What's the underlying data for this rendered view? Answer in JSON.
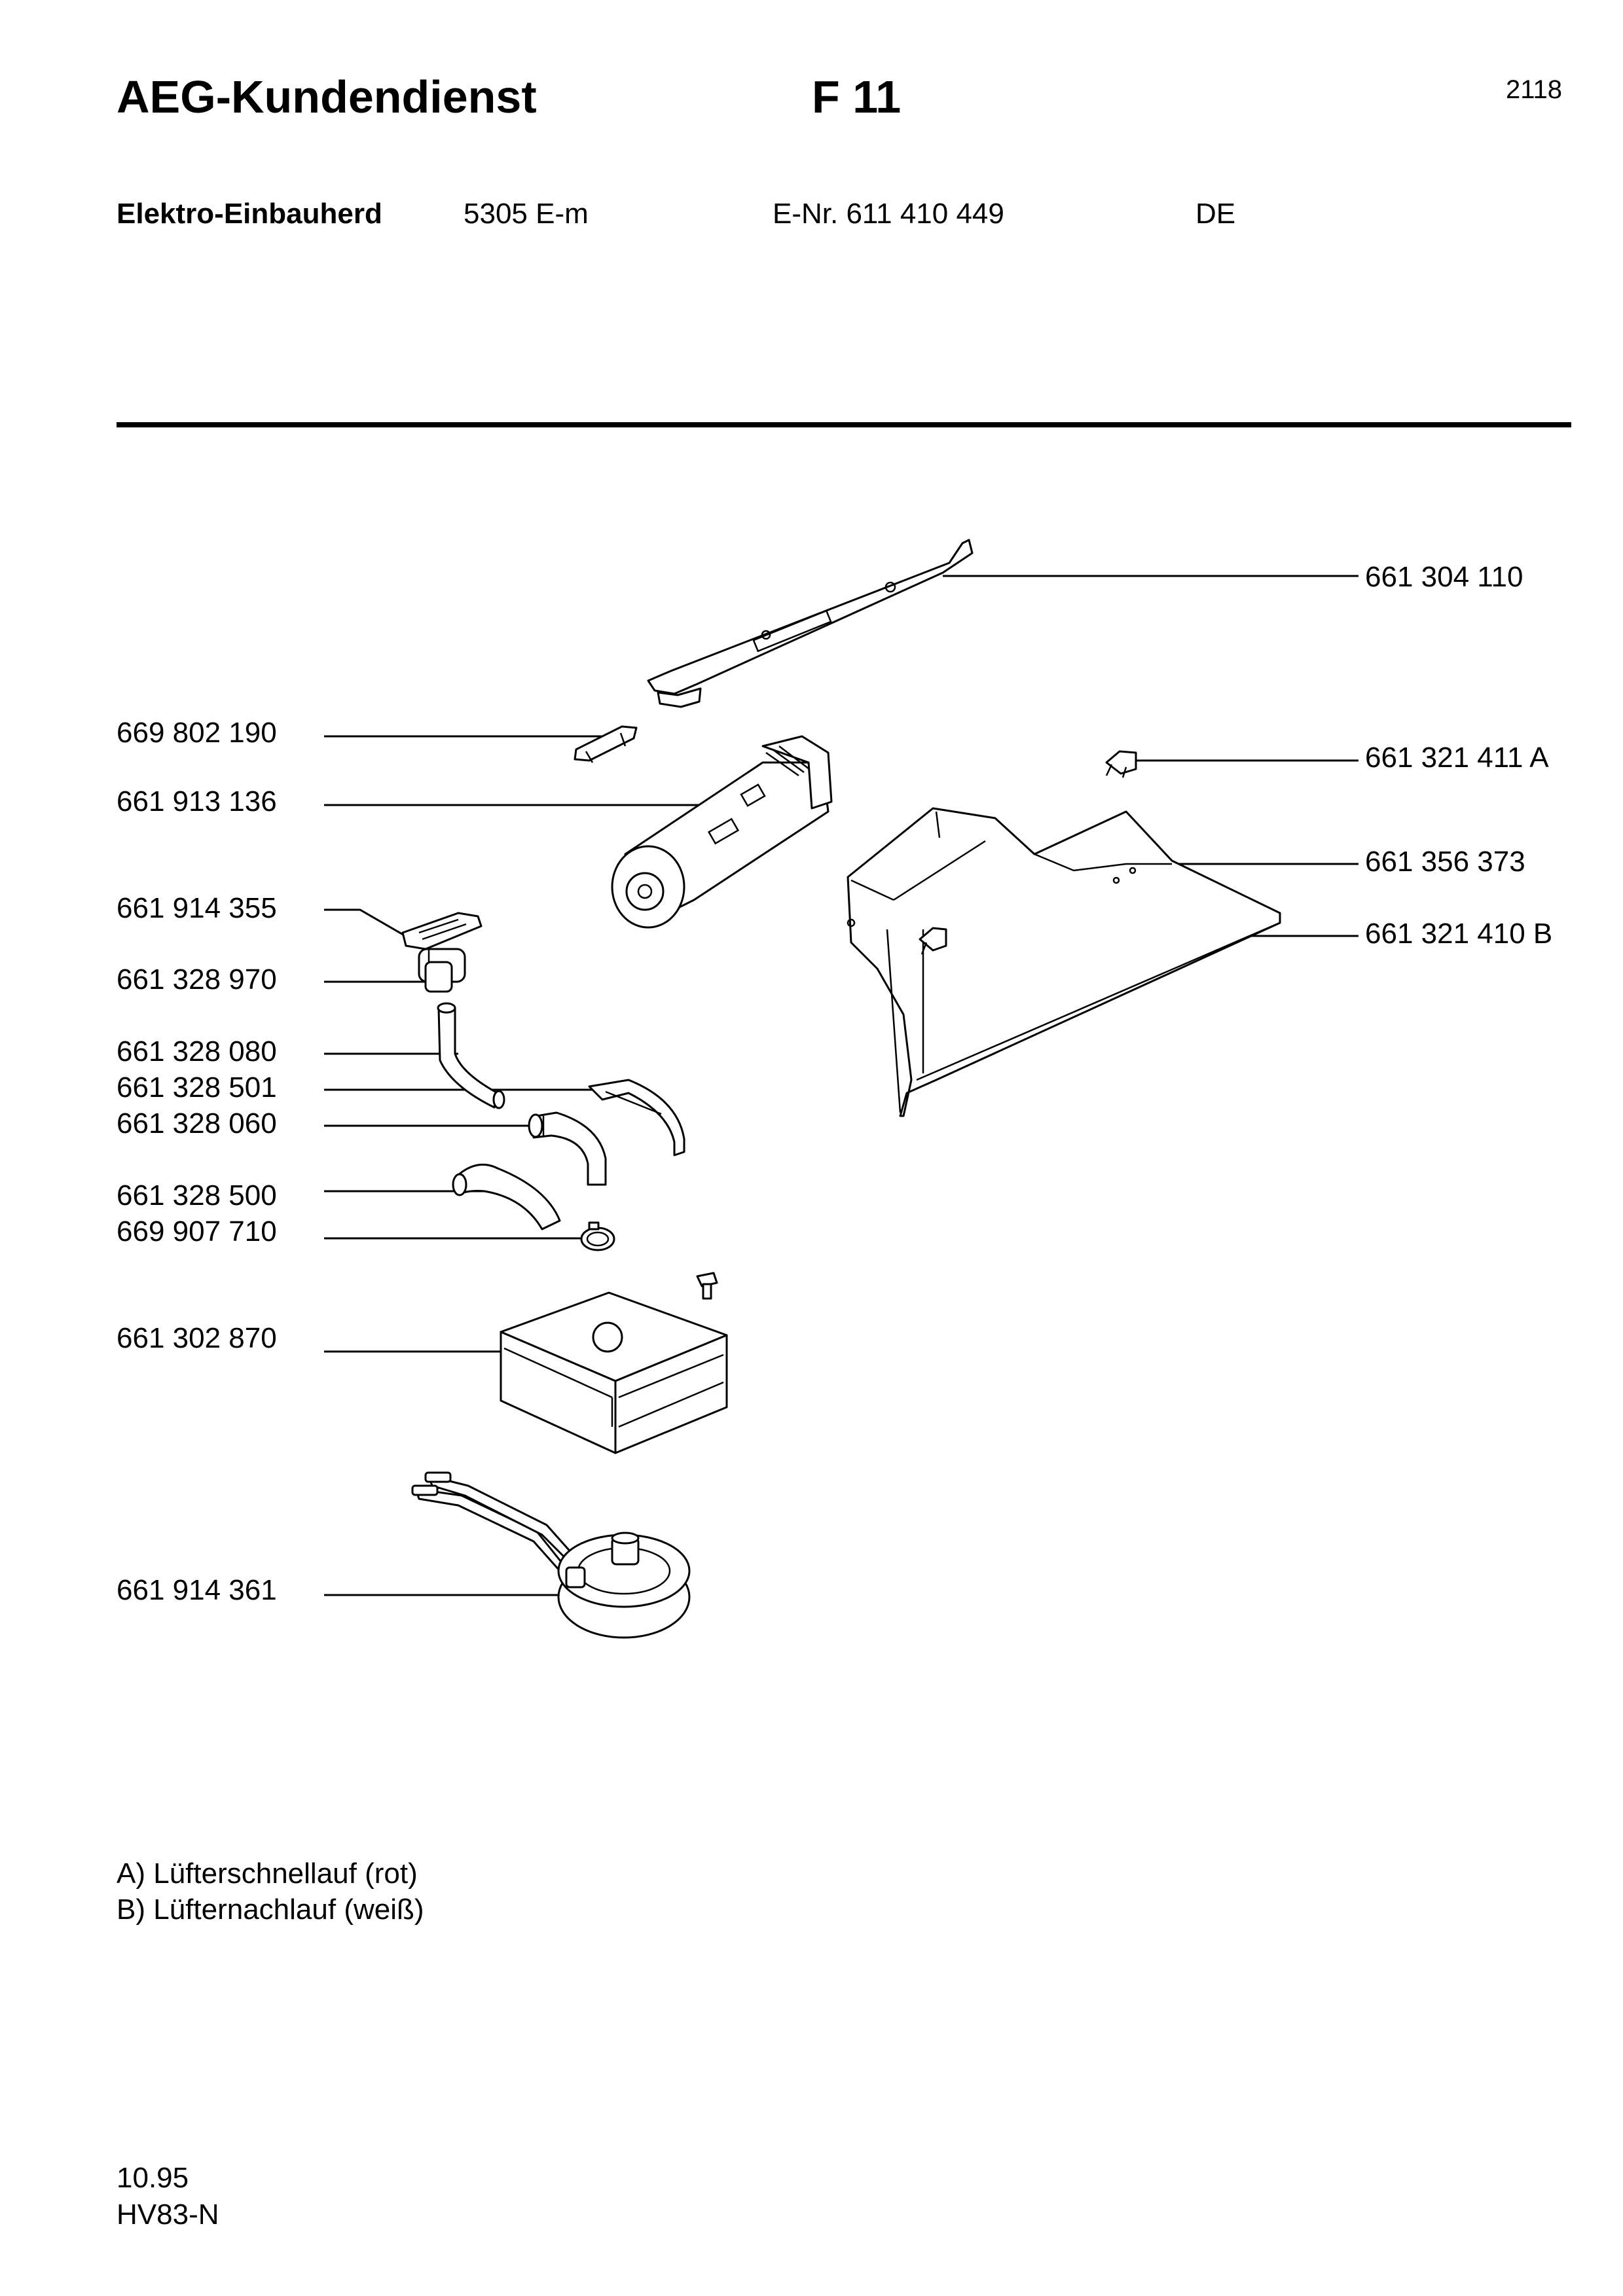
{
  "header": {
    "brand": "AEG-Kundendienst",
    "group": "F 11",
    "sheet_number": "2118"
  },
  "meta": {
    "product": "Elektro-Einbauherd",
    "model": "5305 E-m",
    "e_number": "E-Nr. 611 410 449",
    "country": "DE"
  },
  "parts": {
    "p661304110": "661 304 110",
    "p669802190": "669 802 190",
    "p661913136": "661 913 136",
    "p661321411a": "661 321 411 A",
    "p661356373": "661 356 373",
    "p661914355": "661 914 355",
    "p661321410b": "661 321 410 B",
    "p661328970": "661 328 970",
    "p661328080": "661 328 080",
    "p661328501": "661 328 501",
    "p661328060": "661 328 060",
    "p661328500": "661 328 500",
    "p669907710": "669 907 710",
    "p661302870": "661 302 870",
    "p661914361": "661 914 361"
  },
  "notes": {
    "a": "A) Lüfterschnellauf (rot)",
    "b": "B) Lüfternachlauf (weiß)"
  },
  "footer": {
    "date": "10.95",
    "code": "HV83-N"
  }
}
